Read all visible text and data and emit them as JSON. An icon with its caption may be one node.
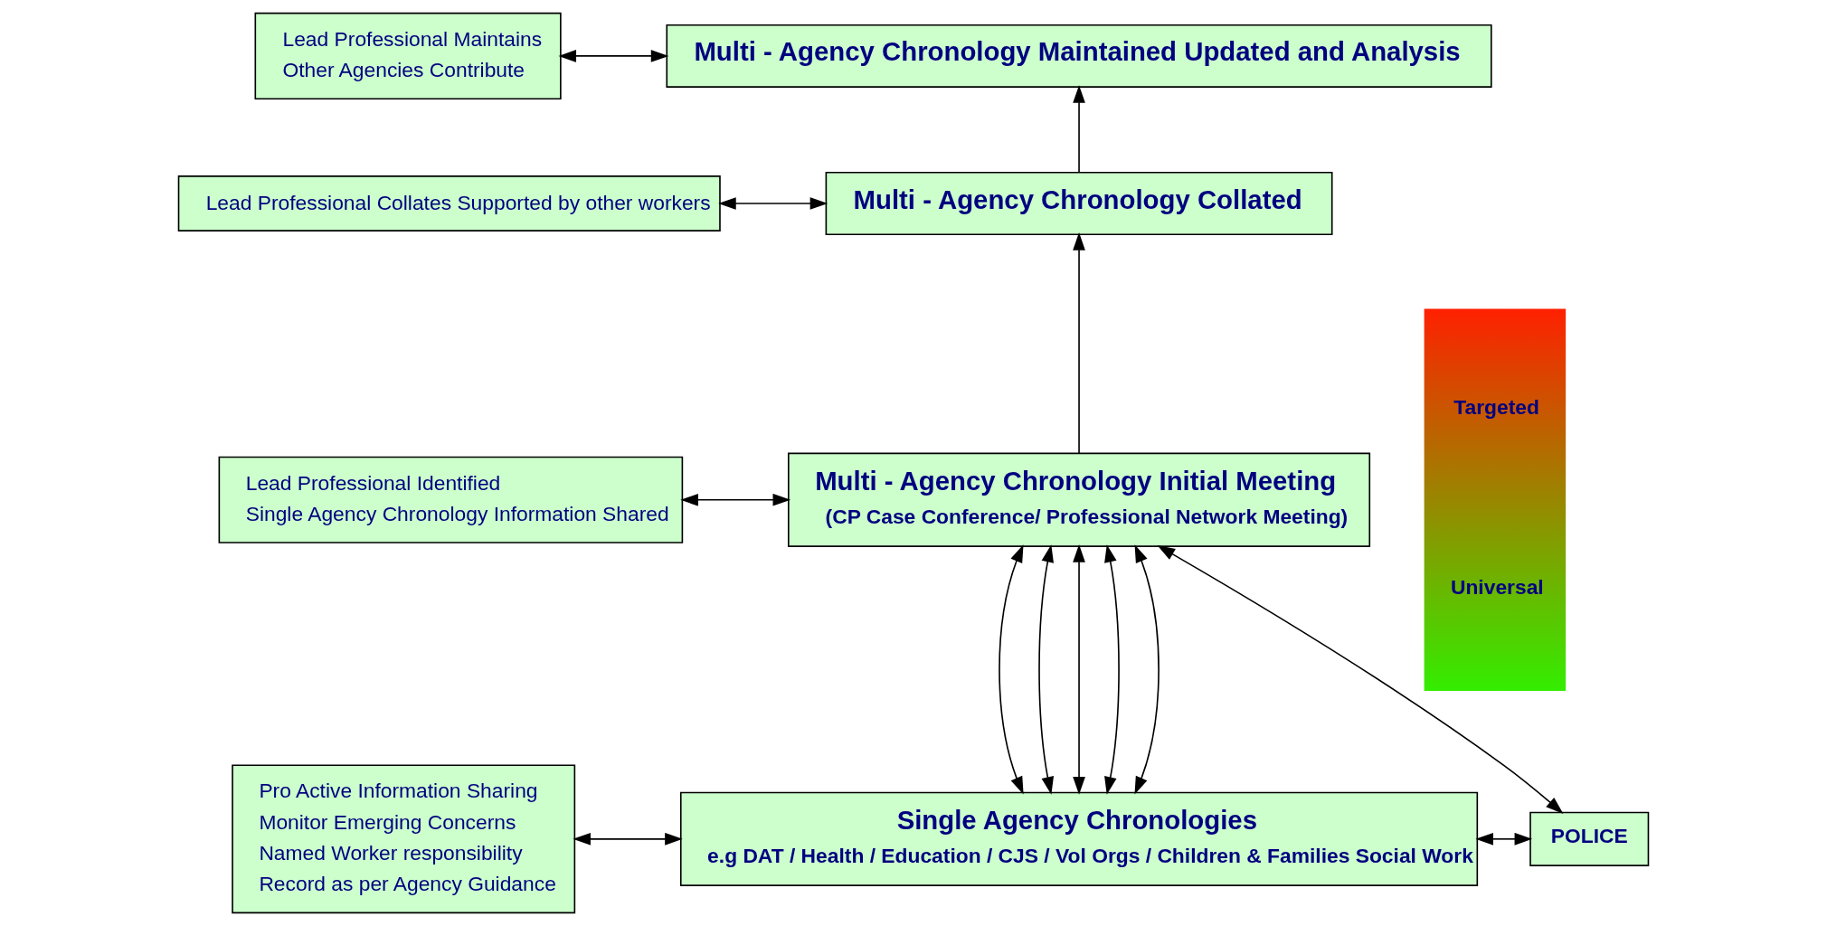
{
  "diagram": {
    "nodes": [
      {
        "text": [
          "Lead Professional Maintains",
          "Other Agencies Contribute"
        ]
      },
      {
        "text": [
          "Multi - Agency Chronology Maintained Updated and Analysis"
        ]
      },
      {
        "text": [
          "Lead Professional Collates Supported by other workers"
        ]
      },
      {
        "text": [
          "Multi - Agency Chronology Collated"
        ]
      },
      {
        "text": [
          "Lead Professional Identified",
          "Single Agency Chronology Information Shared"
        ]
      },
      {
        "text": [
          "Multi - Agency Chronology Initial Meeting",
          "(CP Case Conference/ Professional Network Meeting)"
        ]
      },
      {
        "text": [
          "POLICE"
        ]
      },
      {
        "text": [
          "Pro Active Information Sharing",
          "Monitor Emerging Concerns",
          "Named Worker responsibility",
          "Record as per Agency Guidance"
        ]
      },
      {
        "text": [
          "Single Agency Chronologies",
          "e.g DAT / Health / Education / CJS / Vol Orgs / Children & Families Social Work"
        ]
      },
      {
        "text": [
          "Targeted",
          "Universal"
        ]
      }
    ],
    "edges": [
      {
        "from": 0,
        "to": 1,
        "arrow": "both"
      },
      {
        "from": 2,
        "to": 3,
        "arrow": "both"
      },
      {
        "from": 4,
        "to": 5,
        "arrow": "both"
      },
      {
        "from": 7,
        "to": 8,
        "arrow": "both"
      },
      {
        "from": 3,
        "to": 1,
        "arrow": "to"
      },
      {
        "from": 5,
        "to": 3,
        "arrow": "to"
      },
      {
        "from": 5,
        "to": 6,
        "arrow": "both"
      },
      {
        "from": 8,
        "to": 6,
        "arrow": "both"
      },
      {
        "from": 5,
        "to": 8,
        "arrow": "both"
      },
      {
        "from": 5,
        "to": 8,
        "arrow": "both"
      },
      {
        "from": 5,
        "to": 8,
        "arrow": "both"
      },
      {
        "from": 5,
        "to": 8,
        "arrow": "both"
      },
      {
        "from": 5,
        "to": 8,
        "arrow": "both"
      }
    ]
  }
}
